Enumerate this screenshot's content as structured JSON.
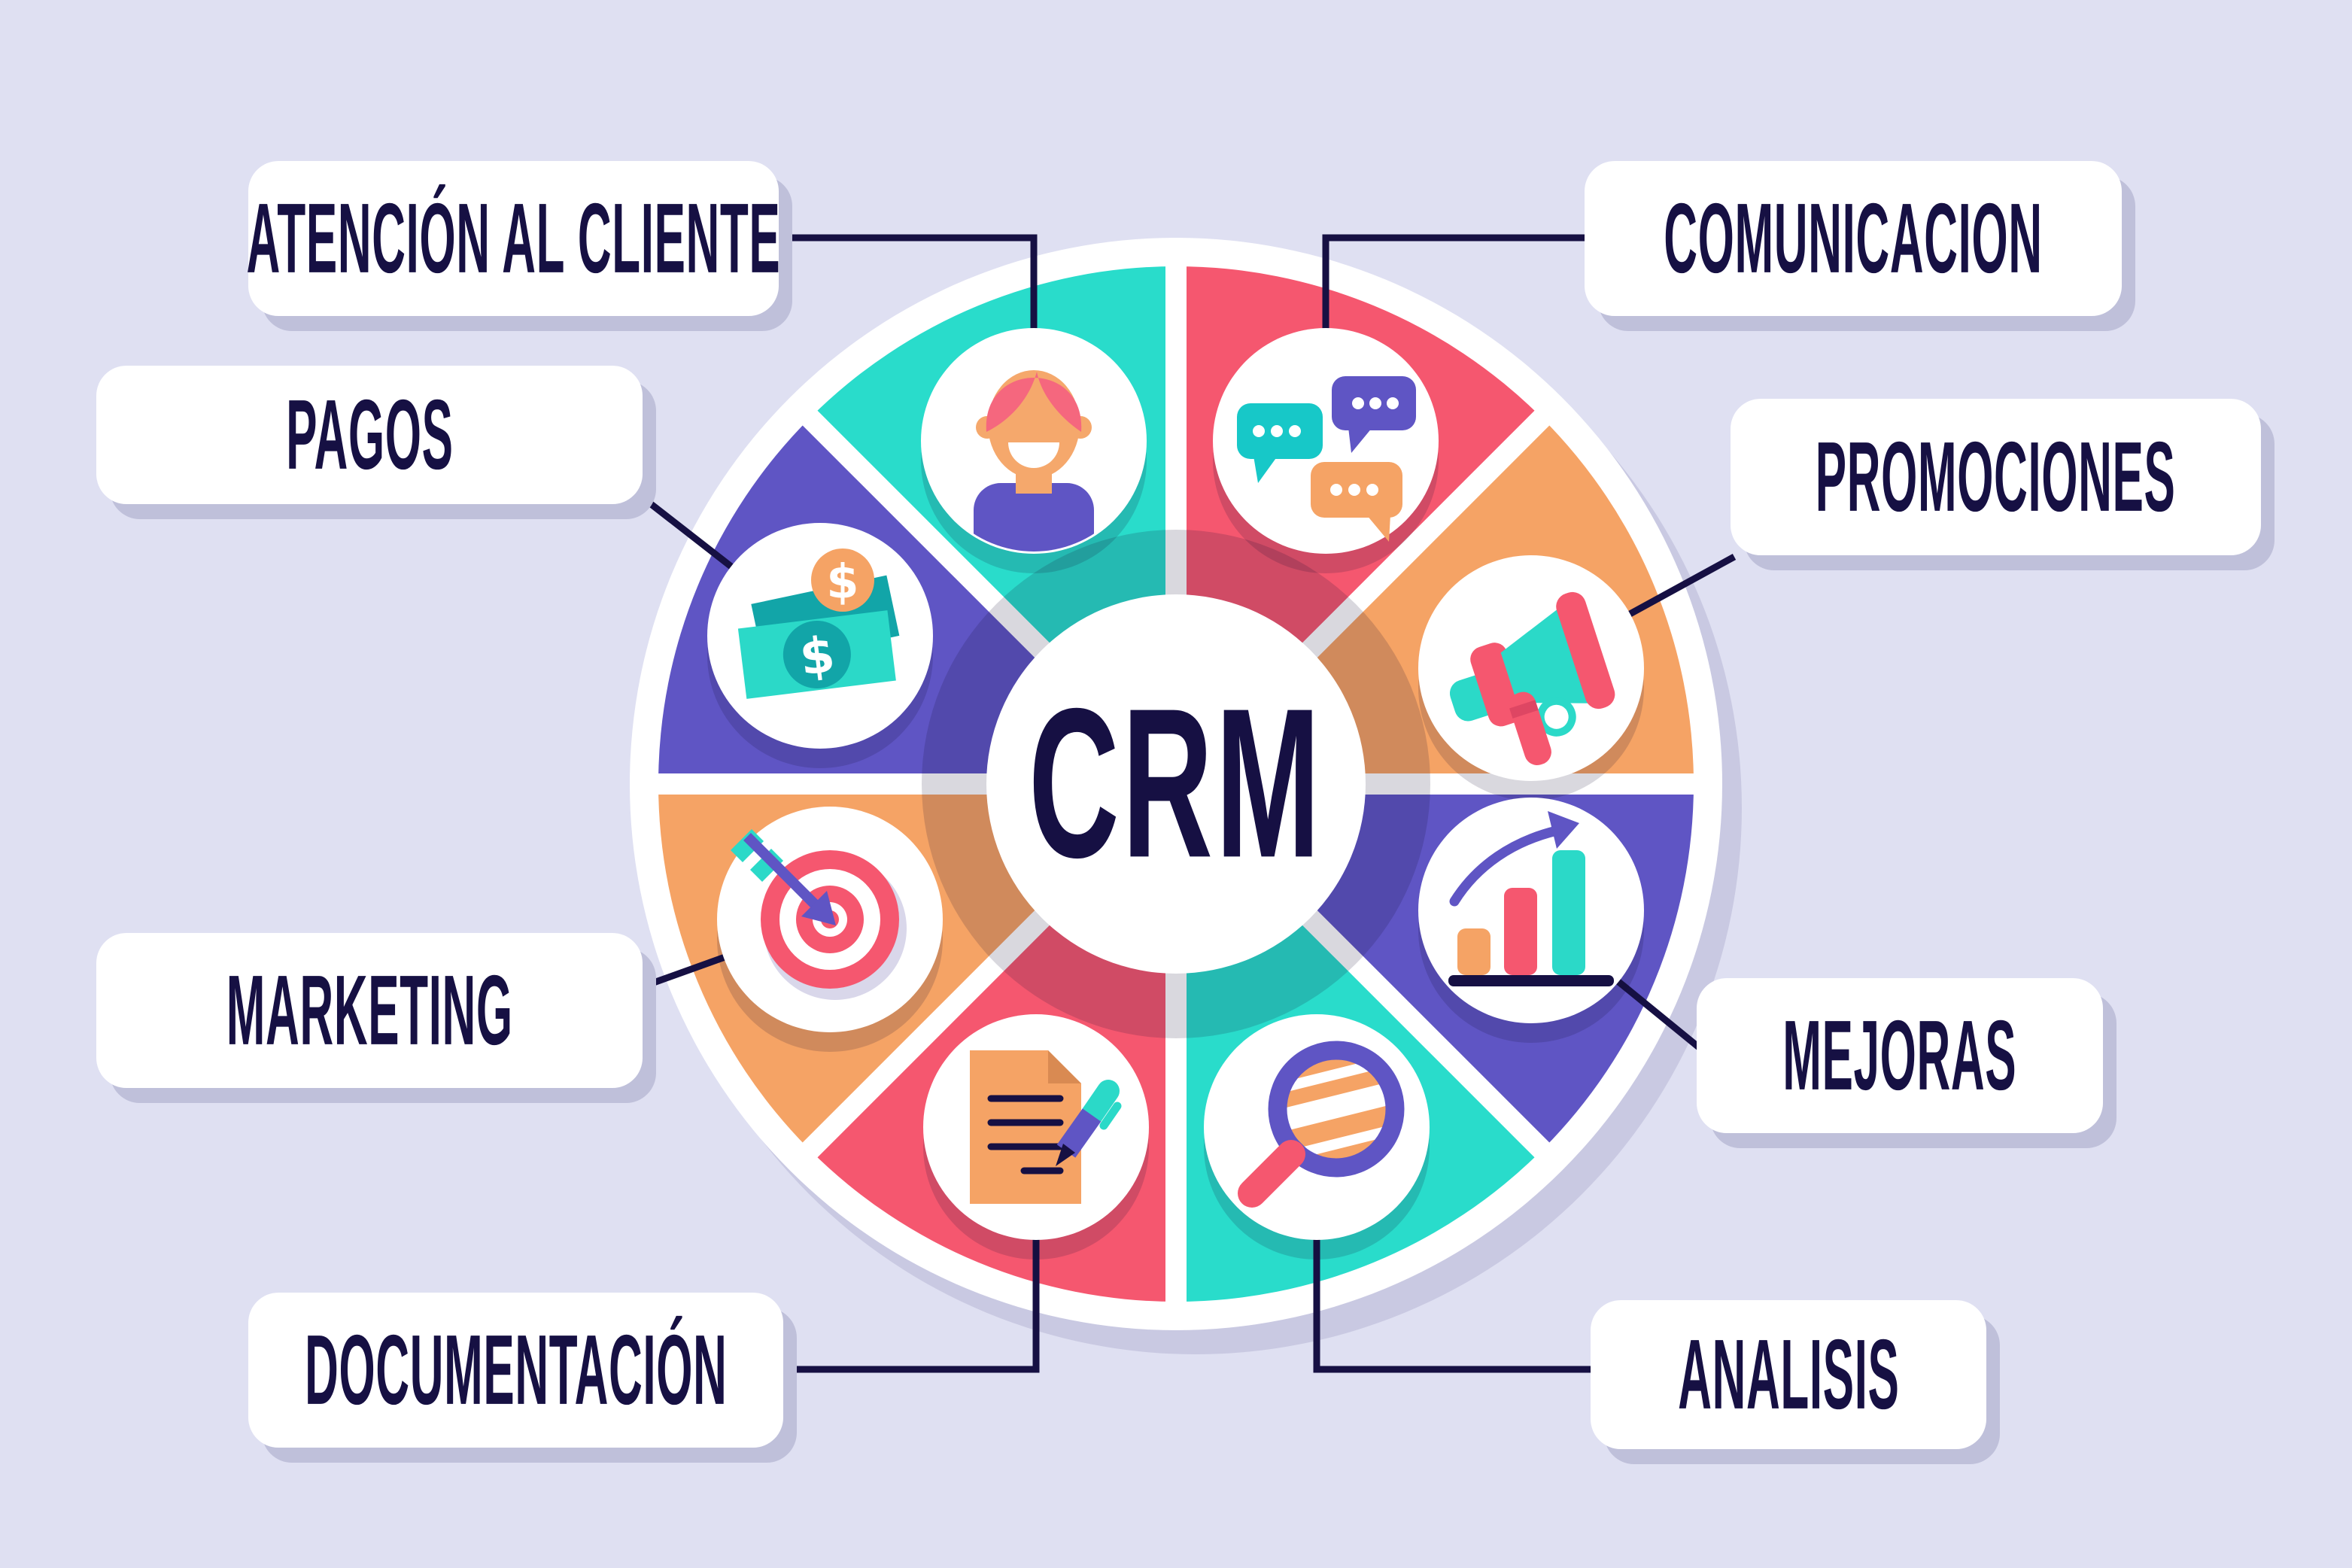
{
  "diagram": {
    "center_label": "CRM",
    "description": "Circular CRM infographic wheel with 8 segments"
  },
  "labels": {
    "atencion": "ATENCIÓN AL CLIENTE",
    "pagos": "PAGOS",
    "marketing": "MARKETING",
    "documentacion": "DOCUMENTACIÓN",
    "comunicacion": "COMUNICACION",
    "promociones": "PROMOCIONES",
    "mejoras": "MEJORAS",
    "analisis": "ANALISIS"
  },
  "icons": {
    "dollar_symbol": "$"
  },
  "colors": {
    "background": "#DFE0F2",
    "navy": "#161043",
    "teal": "#29DCCB",
    "pink": "#F5576F",
    "orange": "#F5A365",
    "purple": "#5F55C4",
    "white": "#FFFFFF",
    "label_shadow": "#BFC0DA",
    "wheel_shadow": "#C9C9E2",
    "skin": "#F5A86C",
    "hair_pink": "#F5677E",
    "dark_teal": "#12A5A8"
  },
  "segments": [
    {
      "label_key": "atencion",
      "color": "teal",
      "icon": "customer-person-icon"
    },
    {
      "label_key": "comunicacion",
      "color": "pink",
      "icon": "chat-bubbles-icon"
    },
    {
      "label_key": "promociones",
      "color": "orange",
      "icon": "megaphone-icon"
    },
    {
      "label_key": "mejoras",
      "color": "purple",
      "icon": "growth-chart-icon"
    },
    {
      "label_key": "analisis",
      "color": "teal",
      "icon": "magnifier-icon"
    },
    {
      "label_key": "documentacion",
      "color": "pink",
      "icon": "document-pen-icon"
    },
    {
      "label_key": "marketing",
      "color": "orange",
      "icon": "target-arrow-icon"
    },
    {
      "label_key": "pagos",
      "color": "purple",
      "icon": "money-bills-icon"
    }
  ]
}
